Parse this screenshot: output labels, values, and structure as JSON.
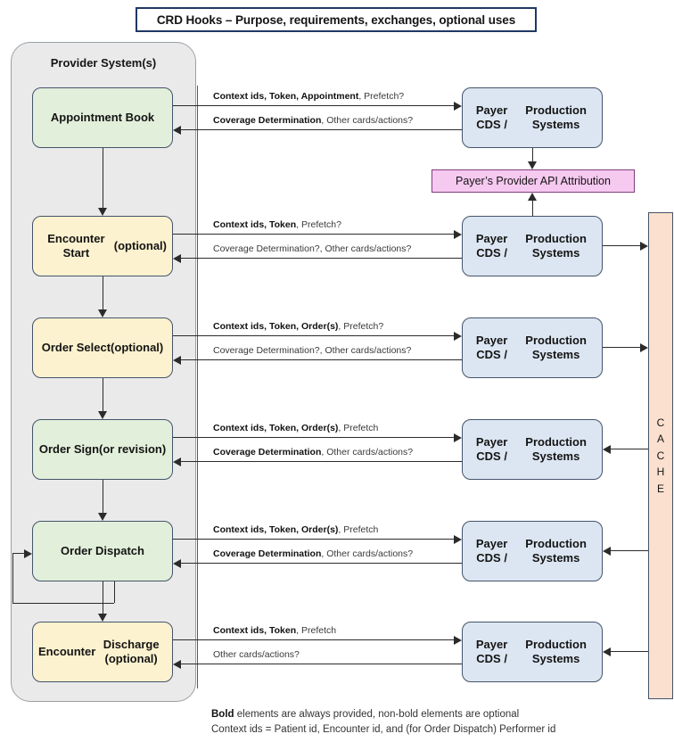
{
  "title": "CRD Hooks – Purpose, requirements, exchanges, optional uses",
  "provider": {
    "header": "Provider System(s)",
    "hooks": [
      {
        "name": "appointment-book",
        "label": "Appointment Book",
        "color": "green"
      },
      {
        "name": "encounter-start",
        "label": "Encounter Start\n(optional)",
        "color": "yellow"
      },
      {
        "name": "order-select",
        "label": "Order Select\n(optional)",
        "color": "yellow"
      },
      {
        "name": "order-sign",
        "label": "Order Sign\n(or revision)",
        "color": "green"
      },
      {
        "name": "order-dispatch",
        "label": "Order Dispatch",
        "color": "green"
      },
      {
        "name": "encounter-discharge",
        "label": "Encounter\nDischarge (optional)",
        "color": "yellow"
      }
    ]
  },
  "payer": {
    "box_label": "Payer CDS /\nProduction Systems",
    "count": 6
  },
  "attribution": {
    "label": "Payer’s Provider API Attribution"
  },
  "cache": {
    "label": "CACHE",
    "letters": [
      "C",
      "A",
      "C",
      "H",
      "E"
    ]
  },
  "exchanges": [
    {
      "hook": "appointment-book",
      "request": [
        {
          "t": "Context ids, Token, Appointment",
          "b": true
        },
        {
          "t": ", Prefetch?",
          "b": false
        }
      ],
      "response": [
        {
          "t": "Coverage Determination",
          "b": true
        },
        {
          "t": ", Other cards/actions?",
          "b": false
        }
      ]
    },
    {
      "hook": "encounter-start",
      "request": [
        {
          "t": "Context ids, Token",
          "b": true
        },
        {
          "t": ", Prefetch?",
          "b": false
        }
      ],
      "response": [
        {
          "t": "Coverage Determination?, Other cards/actions?",
          "b": false
        }
      ]
    },
    {
      "hook": "order-select",
      "request": [
        {
          "t": "Context ids, Token, Order(s)",
          "b": true
        },
        {
          "t": ", Prefetch?",
          "b": false
        }
      ],
      "response": [
        {
          "t": "Coverage Determination?, Other cards/actions?",
          "b": false
        }
      ]
    },
    {
      "hook": "order-sign",
      "request": [
        {
          "t": "Context ids, Token, Order(s)",
          "b": true
        },
        {
          "t": ", Prefetch",
          "b": false
        }
      ],
      "response": [
        {
          "t": "Coverage Determination",
          "b": true
        },
        {
          "t": ", Other cards/actions?",
          "b": false
        }
      ]
    },
    {
      "hook": "order-dispatch",
      "request": [
        {
          "t": "Context ids, Token, Order(s)",
          "b": true
        },
        {
          "t": ", Prefetch",
          "b": false
        }
      ],
      "response": [
        {
          "t": "Coverage Determination",
          "b": true
        },
        {
          "t": ", Other cards/actions?",
          "b": false
        }
      ]
    },
    {
      "hook": "encounter-discharge",
      "request": [
        {
          "t": "Context ids, Token",
          "b": true
        },
        {
          "t": ", Prefetch",
          "b": false
        }
      ],
      "response": [
        {
          "t": "Other cards/actions?",
          "b": false
        }
      ]
    }
  ],
  "cache_links": [
    {
      "row": 1,
      "direction": "to-cache"
    },
    {
      "row": 2,
      "direction": "to-cache"
    },
    {
      "row": 3,
      "direction": "from-cache"
    },
    {
      "row": 4,
      "direction": "from-cache"
    },
    {
      "row": 5,
      "direction": "from-cache"
    }
  ],
  "footer": {
    "line1": [
      {
        "t": "Bold",
        "b": true
      },
      {
        "t": " elements are always provided, non-bold elements are optional",
        "b": false
      }
    ],
    "line2": [
      {
        "t": "Context ids = Patient id, Encounter id, and (for Order Dispatch) Performer id",
        "b": false
      }
    ]
  },
  "colors": {
    "green": "#E2EFDA",
    "yellow": "#FDF2CF",
    "blue": "#DCE6F2",
    "pink": "#F6C9F0",
    "cache": "#FBE0CF",
    "border": "#44546A",
    "title_border": "#1F3864",
    "container": "#EAEAEA"
  }
}
